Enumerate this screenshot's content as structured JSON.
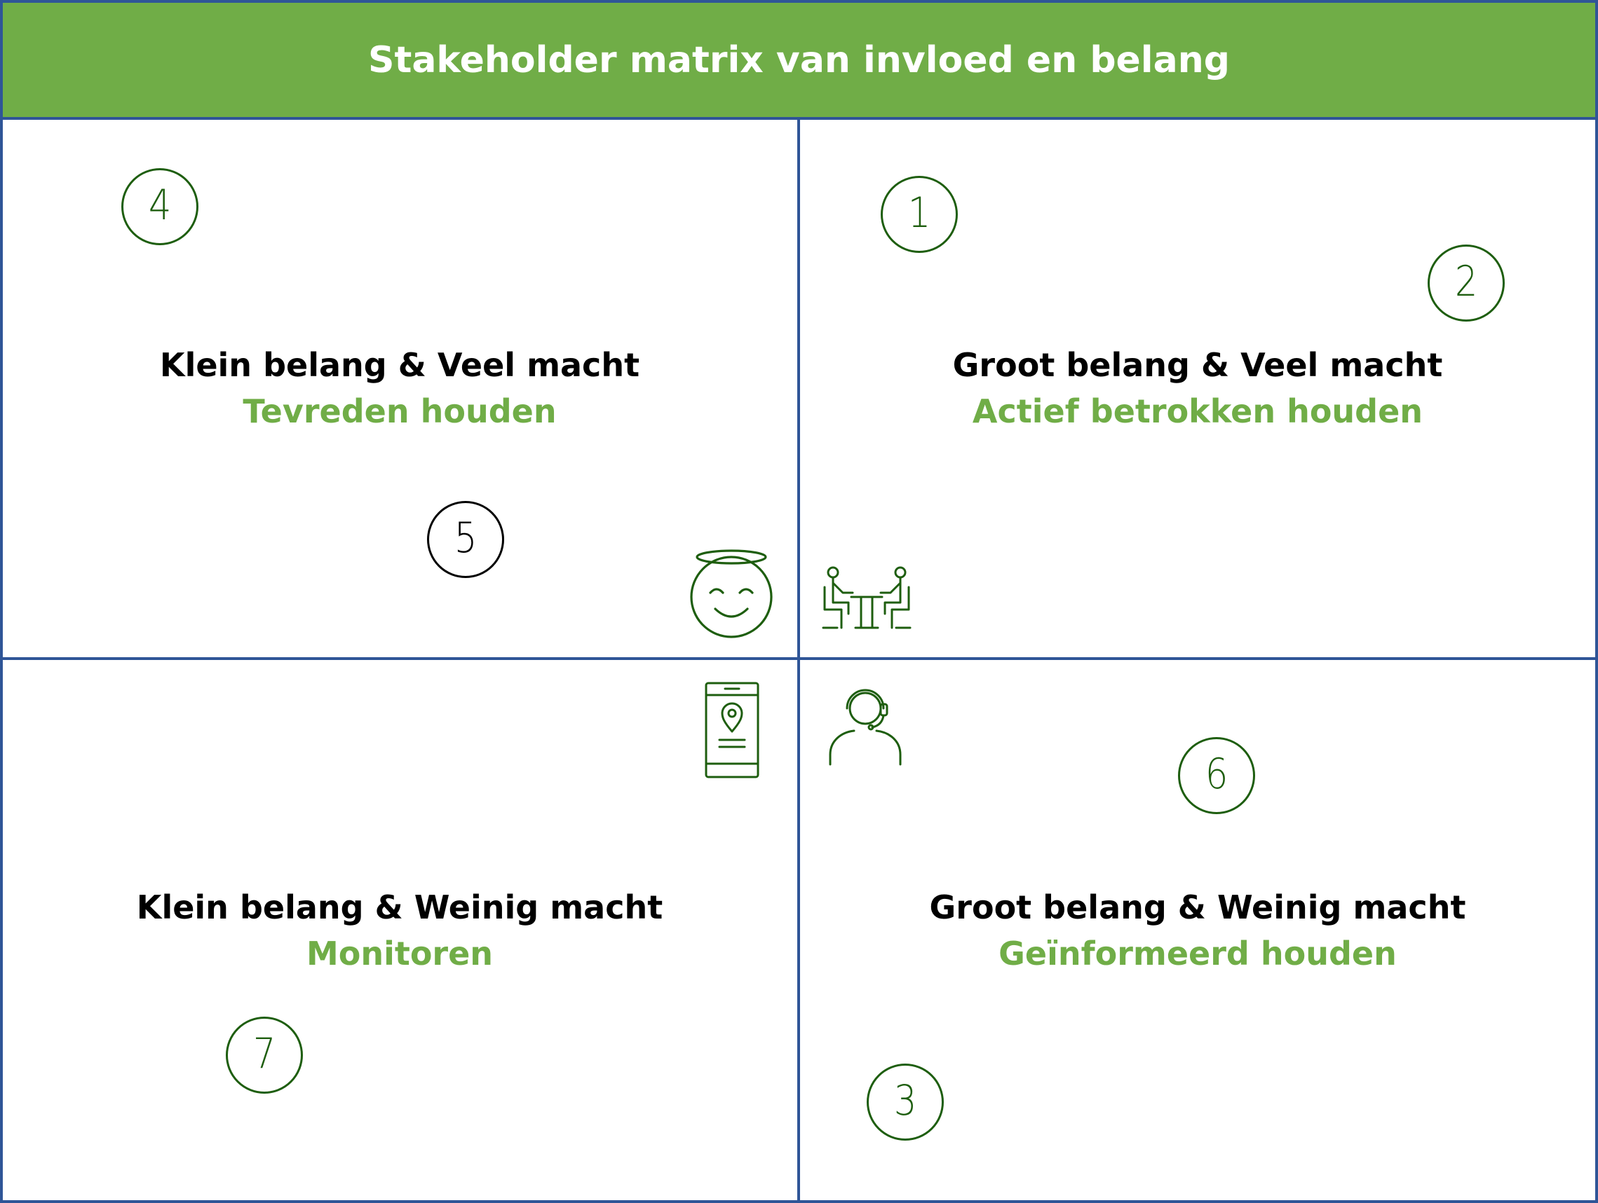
{
  "title": "Stakeholder matrix van invloed en belang",
  "colors": {
    "header_bg": "#70AD47",
    "border": "#2F5597",
    "accent_green": "#70AD47",
    "icon_green": "#1E5E0F",
    "dark": "#000000"
  },
  "quadrants": {
    "top_left": {
      "title": "Klein belang & Veel macht",
      "action": "Tevreden houden"
    },
    "top_right": {
      "title": "Groot belang & Veel macht",
      "action": "Actief betrokken houden"
    },
    "bottom_left": {
      "title": "Klein belang & Weinig macht",
      "action": "Monitoren"
    },
    "bottom_right": {
      "title": "Groot belang & Weinig macht",
      "action": "Geïnformeerd houden"
    }
  },
  "markers": [
    "1",
    "2",
    "3",
    "4",
    "5",
    "6",
    "7"
  ],
  "icons": [
    "smiley-angel-icon",
    "meeting-table-icon",
    "phone-location-icon",
    "headset-person-icon"
  ]
}
